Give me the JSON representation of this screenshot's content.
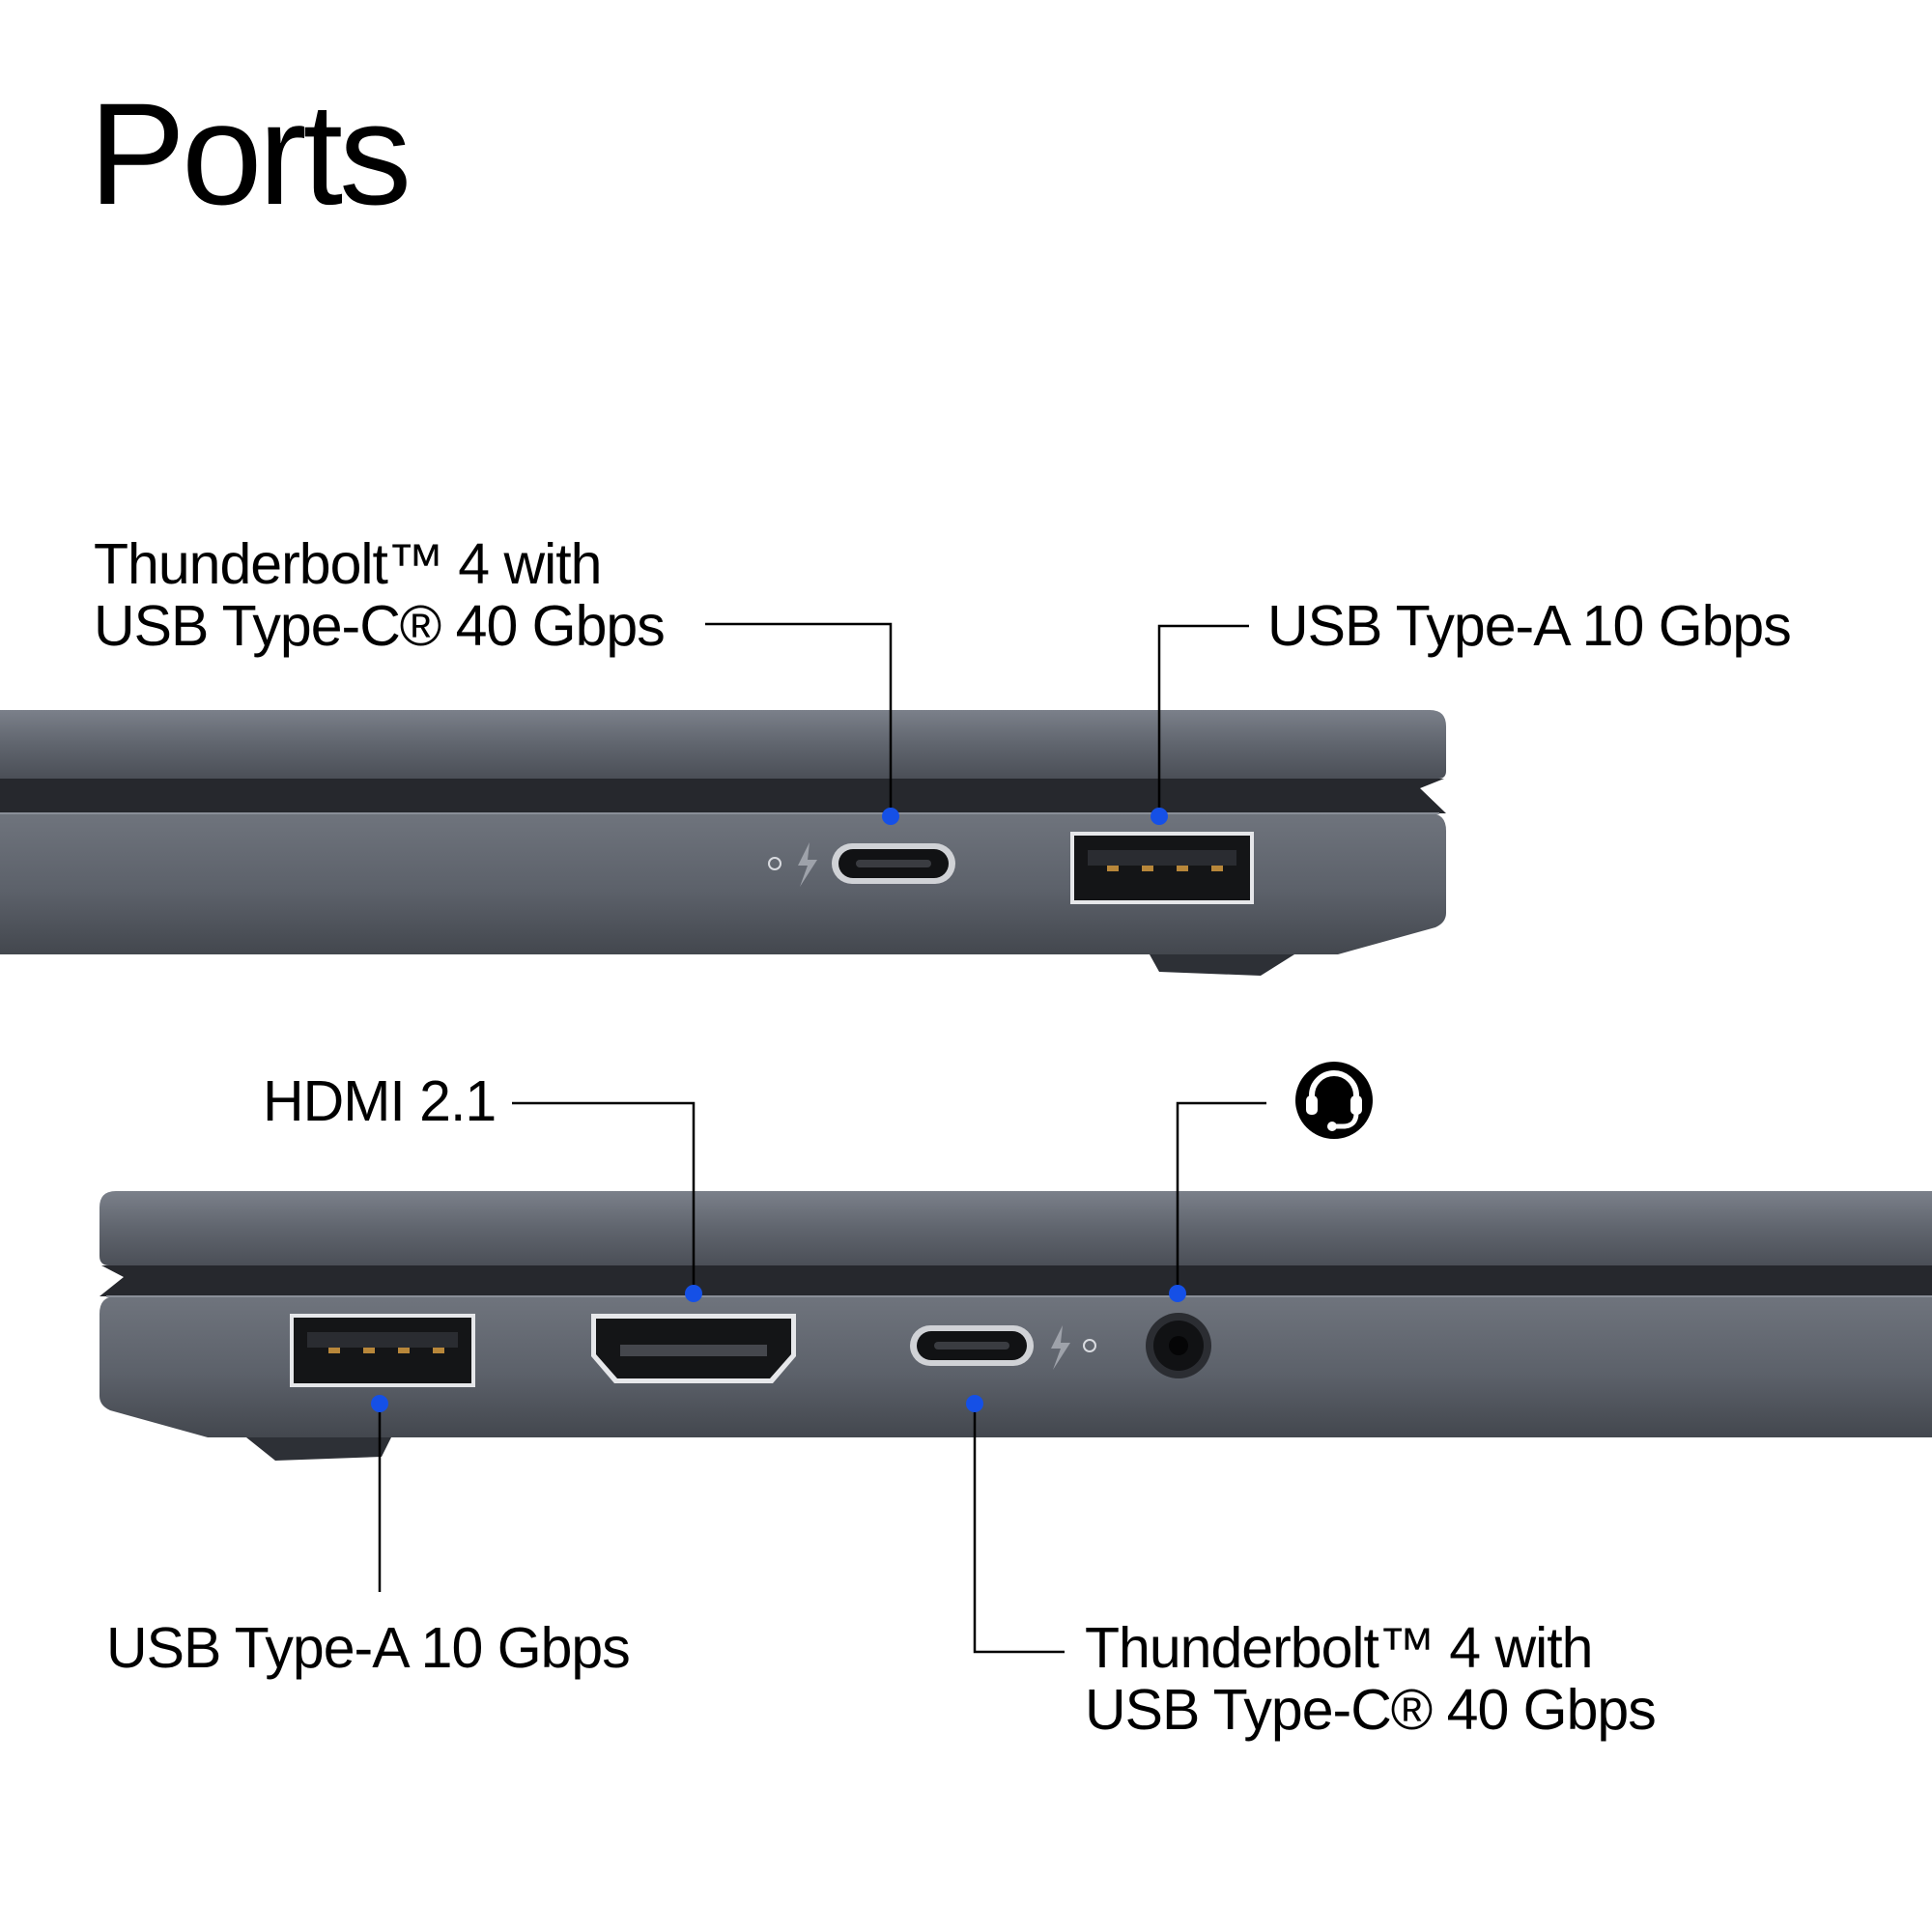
{
  "title": "Ports",
  "colors": {
    "background": "#ffffff",
    "text": "#000000",
    "callout_dot": "#1550e6",
    "chassis": "#5c616a",
    "chassis_dark": "#2a2d33"
  },
  "right_side": {
    "callouts": [
      {
        "lines": [
          "Thunderbolt™ 4 with",
          "USB Type-C® 40 Gbps"
        ]
      },
      {
        "lines": [
          "USB Type-A 10 Gbps"
        ]
      }
    ]
  },
  "left_side": {
    "callouts": [
      {
        "lines": [
          "HDMI 2.1"
        ]
      },
      {
        "lines": [
          "USB Type-A 10 Gbps"
        ]
      },
      {
        "lines": [
          "Thunderbolt™ 4 with",
          "USB Type-C® 40 Gbps"
        ]
      }
    ],
    "audio_jack_icon": "headset-icon"
  }
}
